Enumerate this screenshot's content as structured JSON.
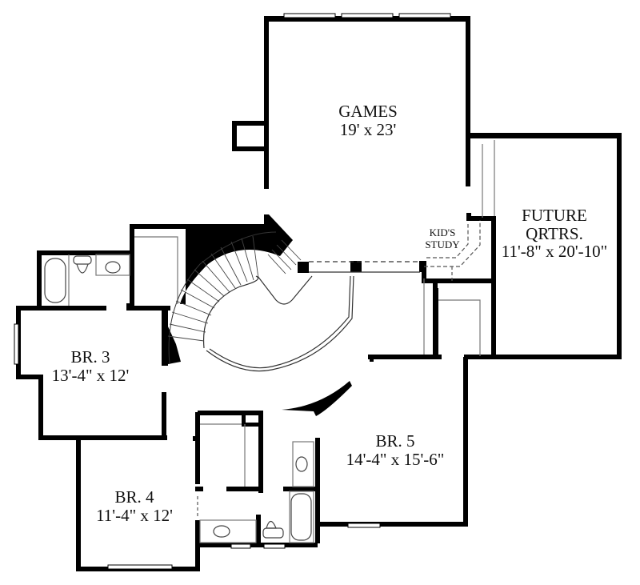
{
  "diagram": {
    "type": "floor-plan",
    "level": "upper floor",
    "colors": {
      "wall": "#000000",
      "fixture": "#555555",
      "background": "#ffffff",
      "text": "#111111"
    }
  },
  "rooms": {
    "games": {
      "name": "GAMES",
      "size": "19' x 23'"
    },
    "future_qrtrs": {
      "name_line1": "FUTURE",
      "name_line2": "QRTRS.",
      "size": "11'-8\" x 20'-10\""
    },
    "kids_study": {
      "name_line1": "KID'S",
      "name_line2": "STUDY"
    },
    "br3": {
      "name": "BR. 3",
      "size": "13'-4\" x 12'"
    },
    "br4": {
      "name": "BR. 4",
      "size": "11'-4\" x 12'"
    },
    "br5": {
      "name": "BR. 5",
      "size": "14'-4\" x 15'-6\""
    }
  },
  "features": [
    "spiral-staircase",
    "bathroom-br3",
    "bathroom-br4-br5",
    "closets",
    "windows"
  ]
}
